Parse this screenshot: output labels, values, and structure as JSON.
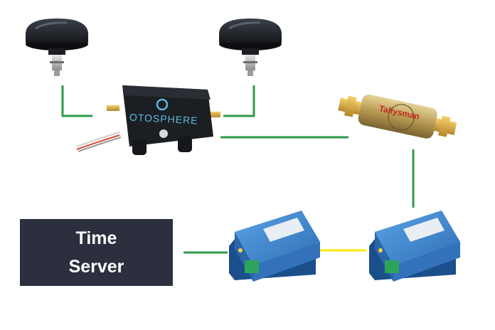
{
  "time_server": {
    "line1": "Time",
    "line2": "Server"
  },
  "splitter": {
    "brand": "OTOSPHERE"
  },
  "amplifier": {
    "brand": "Tallysman"
  },
  "colors": {
    "link": "#2e9a4a",
    "fiber": "#ffe800",
    "server_bg": "#2b2f3e",
    "module_blue": "#3f86cf",
    "splitter_body": "#1b1e22",
    "splitter_logo": "#5fb7e0",
    "amp_brass": "#b79a52"
  },
  "icons": [
    "gnss-antenna-icon",
    "antenna-splitter-icon",
    "inline-amplifier-icon",
    "fiber-transceiver-icon"
  ]
}
